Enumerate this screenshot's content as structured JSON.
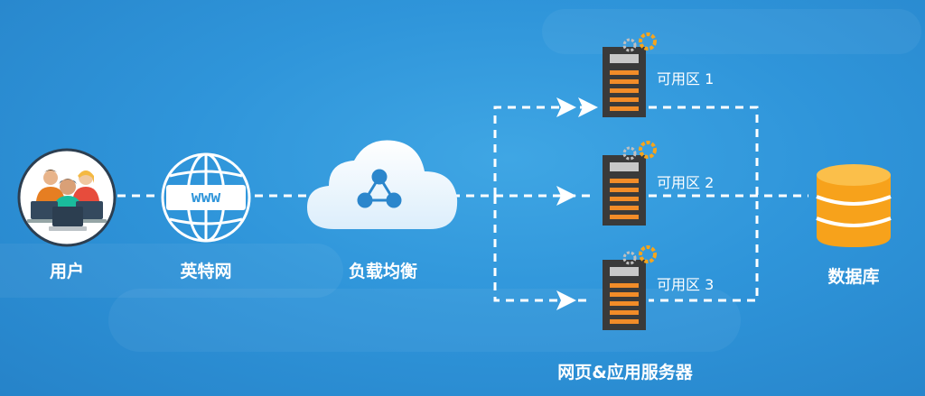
{
  "nodes": {
    "user": {
      "label": "用户"
    },
    "internet": {
      "label": "英特网",
      "badge": "www"
    },
    "load_balancer": {
      "label": "负载均衡"
    },
    "database": {
      "label": "数据库"
    }
  },
  "servers": {
    "group_label": "网页&应用服务器",
    "zones": [
      {
        "label": "可用区 1"
      },
      {
        "label": "可用区 2"
      },
      {
        "label": "可用区 3"
      }
    ]
  },
  "colors": {
    "background": "#2f95da",
    "line": "#ffffff",
    "server_body": "#3a3a3a",
    "server_stripes": "#f28c28",
    "database": "#f7a21b",
    "gear": "#f6a51c"
  }
}
